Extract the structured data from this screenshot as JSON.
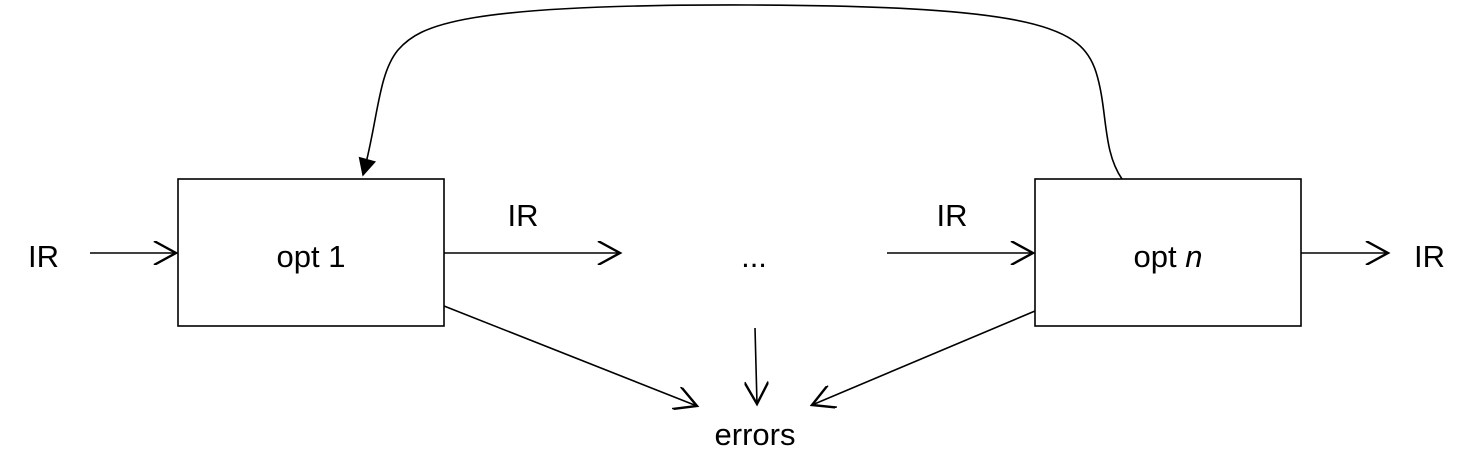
{
  "diagram": {
    "input_label": "IR",
    "box1": {
      "label": "opt 1"
    },
    "ir_between_1": "IR",
    "ellipsis": "...",
    "ir_between_2": "IR",
    "box_n": {
      "label_prefix": "opt ",
      "label_var": "n"
    },
    "output_label": "IR",
    "errors_label": "errors"
  }
}
